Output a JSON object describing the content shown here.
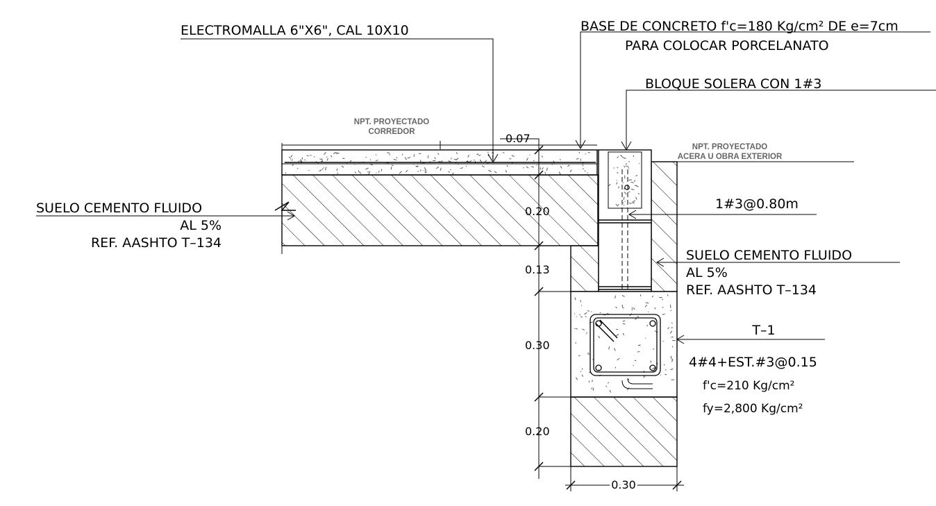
{
  "labels": {
    "electromalla": "ELECTROMALLA 6\"X6\", CAL 10X10",
    "base_concreto": "BASE DE CONCRETO f'c=180 Kg/cm² DE e=7cm",
    "porcelanato": "PARA COLOCAR PORCELANATO",
    "bloque_solera": "BLOQUE SOLERA CON 1#3",
    "npt_corredor_1": "NPT. PROYECTADO",
    "npt_corredor_2": "CORREDOR",
    "npt_acera_1": "NPT. PROYECTADO",
    "npt_acera_2": "ACERA U OBRA EXTERIOR",
    "suelo_left_1": "SUELO CEMENTO FLUIDO",
    "suelo_left_2": "AL 5%",
    "suelo_left_3": "REF. AASHTO T–134",
    "rebar_spacing": "1#3@0.80m",
    "suelo_right_1": "SUELO CEMENTO FLUIDO",
    "suelo_right_2": "AL 5%",
    "suelo_right_3": "REF. AASHTO T–134",
    "beam_name": "T–1",
    "beam_rebar": "4#4+EST.#3@0.15",
    "beam_fc": "f'c=210 Kg/cm²",
    "beam_fy": "fy=2,800 Kg/cm²"
  },
  "dimensions": {
    "slab_top": "0.07",
    "slab_depth": "0.20",
    "step": "0.13",
    "beam_height": "0.30",
    "base_height": "0.20",
    "beam_width": "0.30"
  }
}
